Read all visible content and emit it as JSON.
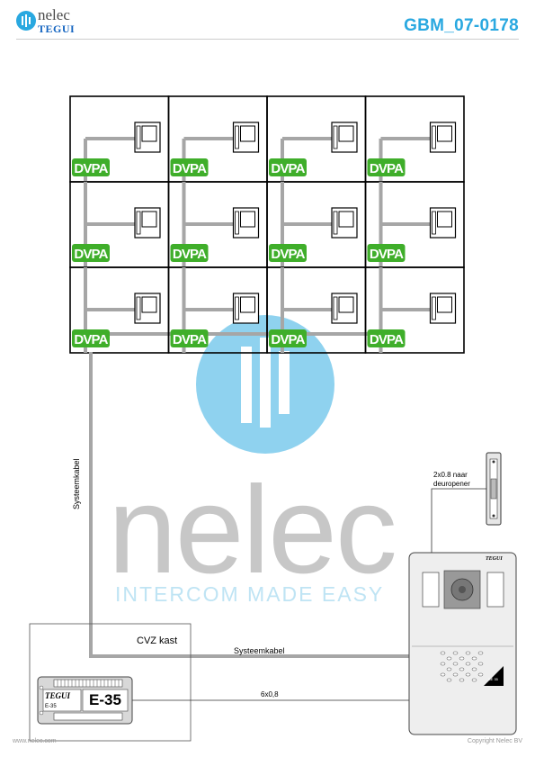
{
  "header": {
    "brand_top": "nelec",
    "brand_bottom": "TEGUI",
    "doc_code": "GBM_07-0178"
  },
  "watermark": {
    "word": "nelec",
    "tagline": "INTERCOM MADE EASY"
  },
  "grid": {
    "rows": 3,
    "cols": 4,
    "unit_label": "DVPA"
  },
  "labels": {
    "systeemkabel_vertical": "Systeemkabel",
    "systeemkabel_horizontal": "Systeemkabel",
    "six_wire": "6x0,8",
    "deuropener_line1": "2x0.8 naar",
    "deuropener_line2": "deuropener",
    "cvz_kast": "CVZ kast"
  },
  "e35": {
    "brand": "TEGUI",
    "model_small": "E-35",
    "model_big": "E-35"
  },
  "panel": {
    "brand": "TEGUI",
    "badge": "SE 35"
  },
  "footer": {
    "left": "www.nelec.com",
    "right": "Copyright Nelec BV"
  },
  "colors": {
    "accent_blue": "#29a8e0",
    "dvpa_green": "#3fae2a",
    "cable_gray": "#a6a6a6",
    "watermark_gray": "#c7c7c7",
    "watermark_blue": "#bfe4f4"
  }
}
